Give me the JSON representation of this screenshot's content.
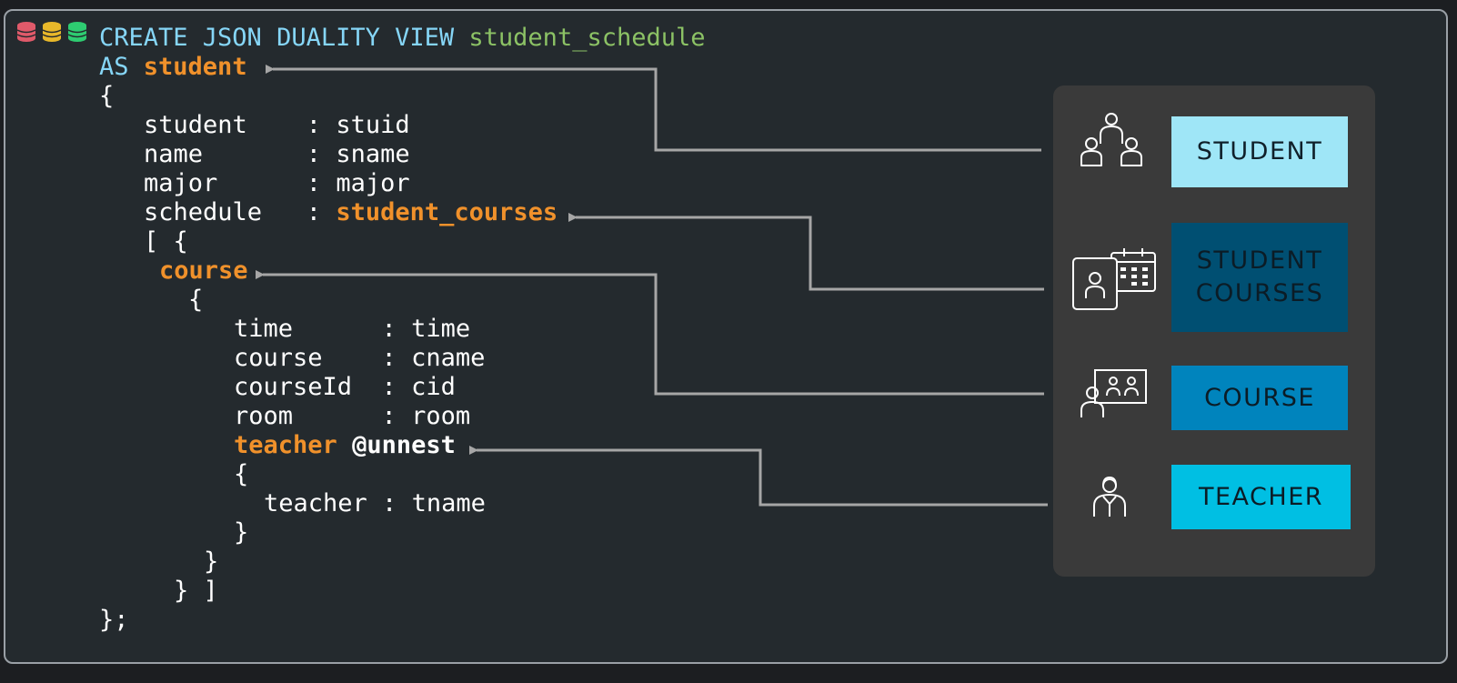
{
  "colors": {
    "background": "#242a2e",
    "keyword": "#86d6f7",
    "view_name": "#8cc265",
    "table_ref": "#f0912b",
    "text": "#ffffff",
    "panel": "#3a3a3a",
    "arrow": "#a6a6a6",
    "db_icons": [
      "#e05a6a",
      "#e8b82a",
      "#2ecc71"
    ]
  },
  "code": {
    "create": "CREATE JSON DUALITY VIEW",
    "view_name": "student_schedule",
    "as": "AS",
    "root_table": "student",
    "open_brace": "{",
    "fields": [
      {
        "key": "student    :",
        "value": "stuid"
      },
      {
        "key": "name       :",
        "value": "sname"
      },
      {
        "key": "major      :",
        "value": "major"
      }
    ],
    "schedule_key": "schedule   :",
    "schedule_table": "student_courses",
    "array_open": "[ {",
    "course_table": "course",
    "course_open": "{",
    "course_fields": [
      {
        "key": "time      :",
        "value": "time"
      },
      {
        "key": "course    :",
        "value": "cname"
      },
      {
        "key": "courseId  :",
        "value": "cid"
      },
      {
        "key": "room      :",
        "value": "room"
      }
    ],
    "teacher_table": "teacher",
    "unnest": "@unnest",
    "teacher_open": "{",
    "teacher_field": {
      "key": "teacher :",
      "value": "tname"
    },
    "teacher_close": "}",
    "course_close": "}",
    "array_close": "} ]",
    "end": "};"
  },
  "entities": [
    {
      "label": "STUDENT",
      "icon": "group-of-people-icon",
      "bg": "#9fe6f7",
      "fg": "#10202a"
    },
    {
      "label": "STUDENT\nCOURSES",
      "icon": "student-calendar-icon",
      "bg": "#004f72",
      "fg": "#0b1c26"
    },
    {
      "label": "COURSE",
      "icon": "classroom-screen-icon",
      "bg": "#0084bd",
      "fg": "#0b1c26"
    },
    {
      "label": "TEACHER",
      "icon": "teacher-icon",
      "bg": "#00bfe3",
      "fg": "#0b1c26"
    }
  ]
}
